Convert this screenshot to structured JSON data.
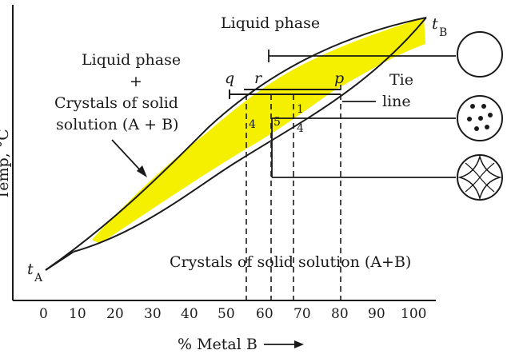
{
  "labels": {
    "liquid_phase": "Liquid phase",
    "two_phase_line1": "Liquid phase",
    "two_phase_plus": "+",
    "two_phase_line2": "Crystals of solid",
    "two_phase_line3": "solution (A + B)",
    "tie_line_1": "Tie",
    "tie_line_2": "line",
    "solid_region": "Crystals of solid solution (A+B)",
    "t_a_main": "t",
    "t_a_sub": "A",
    "t_b_main": "t",
    "t_b_sub": "B",
    "q": "q",
    "r": "r",
    "p": "p",
    "mark_4_left": "4",
    "mark_5": "5",
    "mark_1": "1",
    "mark_4_right": "4",
    "x_axis": "% Metal B",
    "y_axis": "Temp, °C"
  },
  "x_ticks": [
    "0",
    "10",
    "20",
    "30",
    "40",
    "50",
    "60",
    "70",
    "80",
    "90",
    "100"
  ],
  "colors": {
    "highlight": "#f5ef00",
    "line": "#1a1a1a",
    "background": "#ffffff"
  }
}
